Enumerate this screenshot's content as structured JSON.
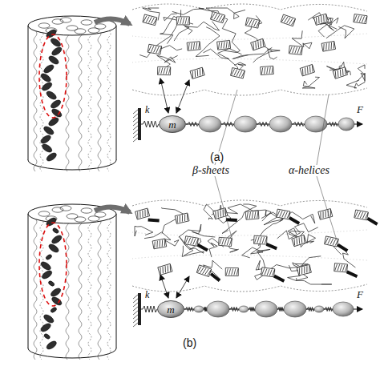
{
  "diagram": {
    "nodes": [
      {
        "text": [
          "m"
        ]
      },
      {
        "text": [
          "m"
        ]
      }
    ],
    "labels": [
      "k",
      "F",
      "(a)",
      "β-sheets",
      "α-helices",
      "k",
      "F",
      "(b)"
    ]
  }
}
